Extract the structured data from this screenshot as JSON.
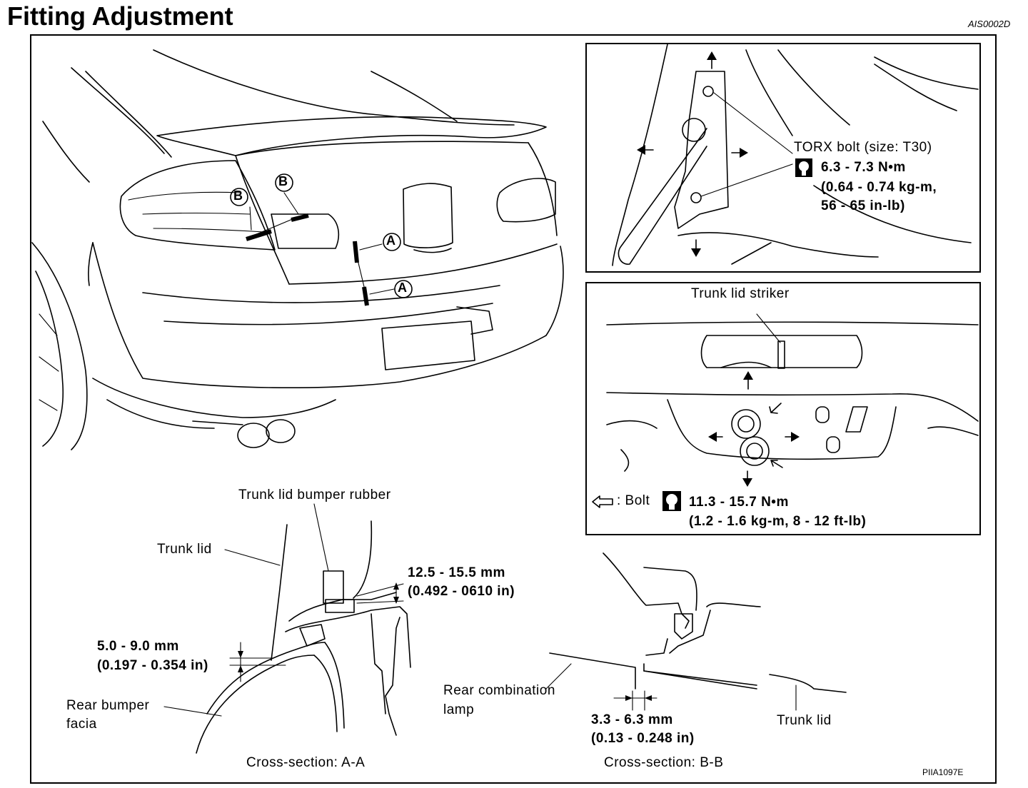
{
  "header": {
    "title": "Fitting Adjustment",
    "ref_code": "AIS0002D"
  },
  "car_view": {
    "marker_a": "A",
    "marker_b": "B"
  },
  "torx_panel": {
    "bolt_label": "TORX bolt (size: T30)",
    "torque_line1": "6.3 - 7.3 N•m",
    "torque_line2": "(0.64 - 0.74 kg-m,",
    "torque_line3": "56 - 65 in-lb)",
    "wrench_icon": "torque-wrench-icon"
  },
  "striker_panel": {
    "striker_label": "Trunk lid striker",
    "bolt_legend": ": Bolt",
    "torque_line1": "11.3 - 15.7 N•m",
    "torque_line2": "(1.2 - 1.6 kg-m, 8 - 12 ft-lb)",
    "wrench_icon": "torque-wrench-icon"
  },
  "section_a": {
    "caption": "Cross-section: A-A",
    "bumper_rubber": "Trunk lid bumper rubber",
    "trunk_lid": "Trunk lid",
    "dim_rubber_mm": "12.5 - 15.5 mm",
    "dim_rubber_in": "(0.492 - 0610 in)",
    "dim_gap_mm": "5.0 - 9.0 mm",
    "dim_gap_in": "(0.197 - 0.354 in)",
    "bumper_facia_1": "Rear bumper",
    "bumper_facia_2": "facia"
  },
  "section_b": {
    "caption": "Cross-section: B-B",
    "lamp_1": "Rear combination",
    "lamp_2": "lamp",
    "dim_mm": "3.3 - 6.3 mm",
    "dim_in": "(0.13 - 0.248 in)",
    "trunk_lid": "Trunk lid"
  },
  "footer": {
    "figure_id": "PIIA1097E"
  }
}
